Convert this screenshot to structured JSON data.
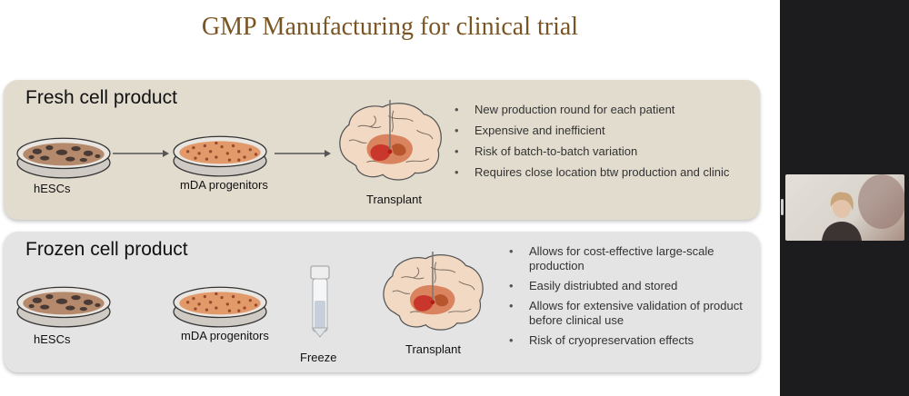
{
  "slide": {
    "title": "GMP Manufacturing for clinical trial",
    "fresh": {
      "heading": "Fresh cell product",
      "labels": {
        "hescs": "hESCs",
        "mda": "mDA progenitors",
        "transplant": "Transplant"
      },
      "bullets": [
        "New production round for each patient",
        "Expensive and inefficient",
        "Risk of batch-to-batch variation",
        "Requires close location btw production and clinic"
      ]
    },
    "frozen": {
      "heading": "Frozen cell product",
      "labels": {
        "hescs": "hESCs",
        "mda": "mDA progenitors",
        "freeze": "Freeze",
        "transplant": "Transplant"
      },
      "bullets": [
        "Allows for cost-effective large-scale production",
        "Easily distriubted and stored",
        "Allows for extensive validation of product before clinical use",
        "Risk of cryopreservation effects"
      ]
    }
  },
  "colors": {
    "title": "#7a5524",
    "fresh_panel": "#e2dccf",
    "frozen_panel": "#e4e4e5",
    "sidebar": "#1c1c1e"
  },
  "icons": [
    "petri-dish-icon",
    "arrow-right-icon",
    "brain-icon",
    "cryovial-icon",
    "participant-video"
  ]
}
